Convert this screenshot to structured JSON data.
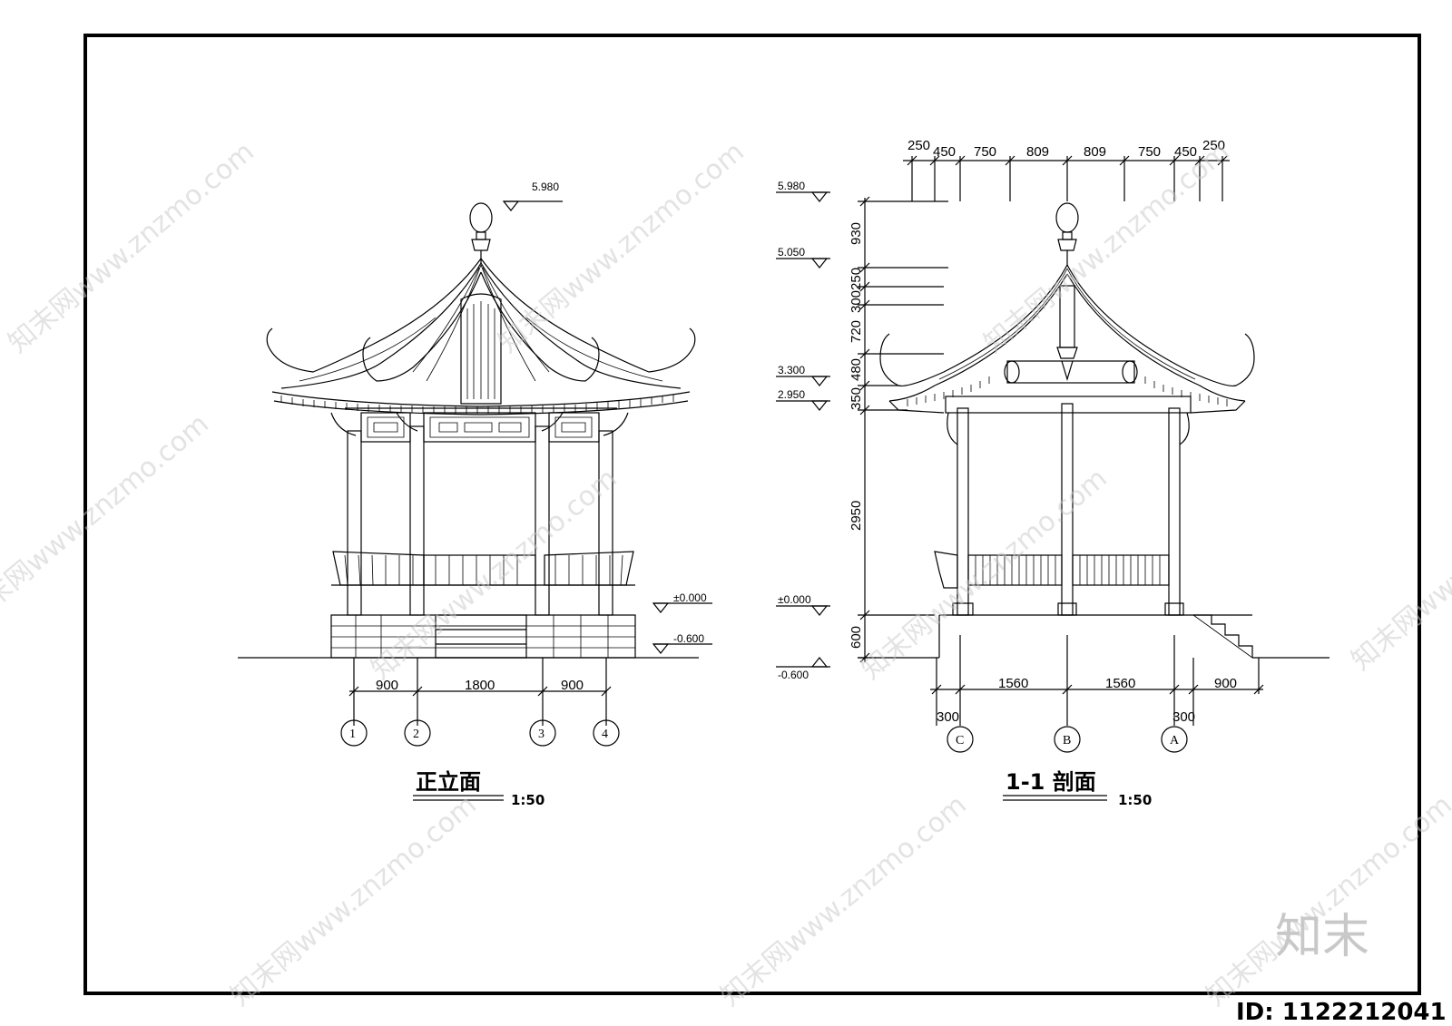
{
  "front_view": {
    "title": "正立面",
    "scale": "1:50",
    "top_level": "5.980",
    "levels": [
      "±0.000",
      "-0.600"
    ],
    "dims": [
      "900",
      "1800",
      "900"
    ],
    "axes": [
      "1",
      "2",
      "3",
      "4"
    ]
  },
  "section_view": {
    "title": "1-1  剖面",
    "scale": "1:50",
    "top_dims": [
      "250",
      "450",
      "750",
      "809",
      "809",
      "750",
      "450",
      "250"
    ],
    "levels": [
      "5.980",
      "5.050",
      "3.300",
      "2.950",
      "±0.000",
      "-0.600"
    ],
    "vertical_dims": [
      "930",
      "300250",
      "720",
      "480",
      "350",
      "2950",
      "600"
    ],
    "bottom_dims": [
      "1560",
      "1560",
      "900"
    ],
    "offset_left": "300",
    "offset_right": "300",
    "axes": [
      "C",
      "B",
      "A"
    ]
  },
  "watermark": "知末网www.znzmo.com",
  "brand": "知末",
  "id_label": "ID: 1122212041"
}
